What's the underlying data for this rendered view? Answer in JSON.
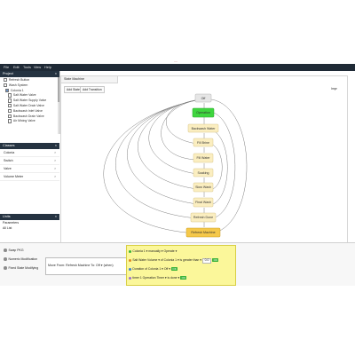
{
  "header_mark": "—",
  "menu": [
    "File",
    "Edit",
    "Tools",
    "View",
    "Help"
  ],
  "project": {
    "title": "Project",
    "items": [
      "Refresh Button",
      "Wash System",
      "Colonia 1",
      "Salt Water Valve",
      "Salt Water Supply Valve",
      "Salt Water Drain Valve",
      "Backwash Inlet Valve",
      "Backwash Drain Valve",
      "Air Mixing Valve"
    ]
  },
  "classes": {
    "title": "Classes",
    "items": [
      "Colonia",
      "Switch",
      "Valve",
      "Volume Meter"
    ]
  },
  "units": {
    "title": "Units",
    "items": [
      "Parameters",
      "All List"
    ]
  },
  "editor": {
    "tab": "State Machine",
    "add_state": "Add State",
    "add_transition": "Add Transition",
    "right_label": "Impr"
  },
  "states": [
    "Off",
    "Operation",
    "Backwash Water",
    "Fill Brine",
    "Fill Water",
    "Soaking",
    "Slow Wash",
    "Final Wash",
    "Refresh Done",
    "Refresh Machine"
  ],
  "bottom": {
    "items": [
      "Swap PKG",
      "Numeric Modification",
      "Fixed State Modifying"
    ],
    "transition": "Move From: Refresh Machine   To: Off  ▾  (when)",
    "conditions": [
      "Colonia 1 ▾  manually ▾  Operate ▾",
      "Salt Water Volume ▾  of  Colonia 1 ▾  is greater than ▾",
      "Duration of Colonia 1 ▾  Off ▾",
      "timer  1  Operation Timer ▾  is done ▾"
    ],
    "ok_label": "OK",
    "cond_value": "0.0"
  },
  "colors": {
    "menubar": "#1f2a36",
    "state_fill": "#fbeec0",
    "state_active": "#3ed63e",
    "state_final": "#f5c84a",
    "condition_bg": "#fbf79a"
  }
}
